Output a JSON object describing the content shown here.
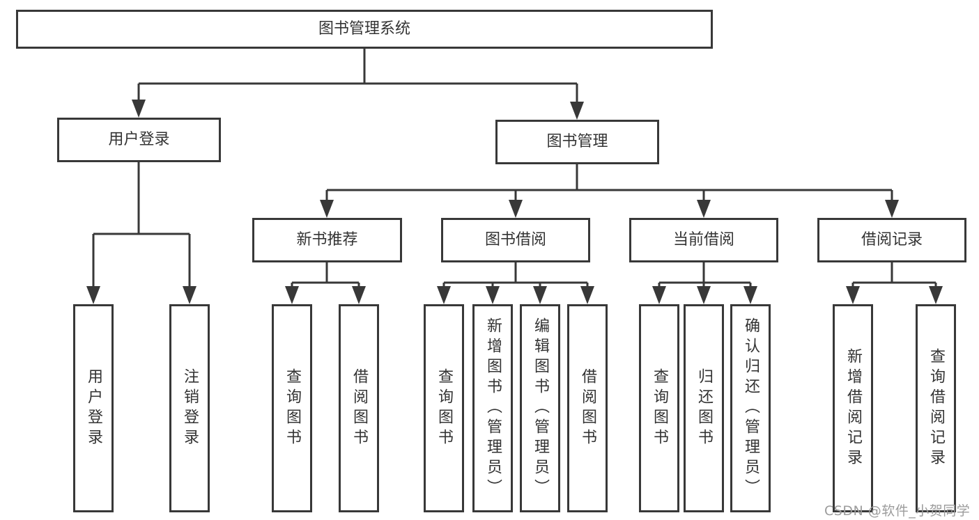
{
  "diagram": {
    "root": "图书管理系统",
    "level1": [
      {
        "label": "用户登录"
      },
      {
        "label": "图书管理"
      }
    ],
    "level2": [
      {
        "label": "新书推荐"
      },
      {
        "label": "图书借阅"
      },
      {
        "label": "当前借阅"
      },
      {
        "label": "借阅记录"
      }
    ],
    "leaves": {
      "user_login": [
        "用户登录",
        "注销登录"
      ],
      "new_books": [
        "查询图书",
        "借阅图书"
      ],
      "book_borrowing": [
        "查询图书",
        "新增图书（管理员）",
        "编辑图书（管理员）",
        "借阅图书"
      ],
      "current_borrowing": [
        "查询图书",
        "归还图书",
        "确认归还（管理员）"
      ],
      "borrow_records": [
        "新增借阅记录",
        "查询借阅记录"
      ]
    },
    "colors": {
      "line": "#383838",
      "text": "#333333",
      "watermark": "#9c9c9c"
    }
  },
  "watermark": "CSDN @软件_小贺同学"
}
